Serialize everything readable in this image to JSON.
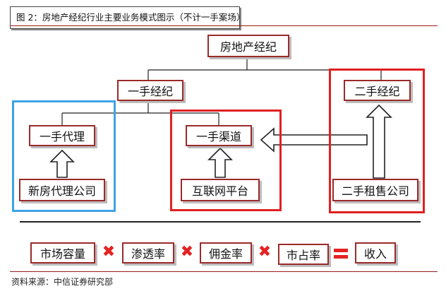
{
  "caption": "图 2：房地产经纪行业主要业务模式图示（不计一手案场）",
  "nodes": {
    "root": "房地产经纪",
    "first_hand": "一手经纪",
    "second_hand": "二手经纪",
    "first_agency": "一手代理",
    "first_channel": "一手渠道",
    "new_house_agency_co": "新房代理公司",
    "internet_platform": "互联网平台",
    "second_rental_sales_co": "二手租售公司"
  },
  "formula": {
    "terms": [
      "市场容量",
      "渗透率",
      "佣金率",
      "市占率"
    ],
    "times": "✖",
    "result": "收入"
  },
  "source": "资料来源：中信证券研究部",
  "colors": {
    "node_border": "#9b2a2a",
    "highlight_red": "#e02020",
    "highlight_blue": "#3fa3e6",
    "operator": "#e52222"
  }
}
